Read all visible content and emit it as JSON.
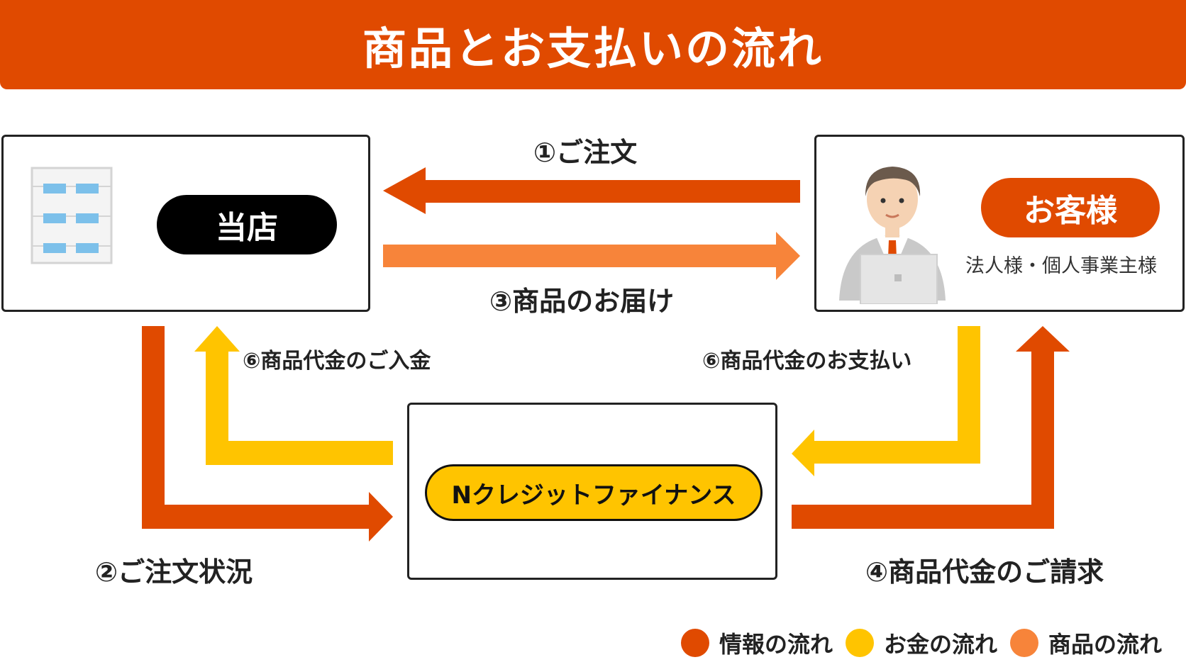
{
  "title": "商品とお支払いの流れ",
  "store": {
    "name": "当店"
  },
  "customer": {
    "name": "お客様",
    "subtitle": "法人様・個人事業主様"
  },
  "finance": {
    "name": "Nクレジットファイナンス"
  },
  "flows": {
    "order": "①ご注文",
    "order_status": "②ご注文状況",
    "delivery": "③商品のお届け",
    "billing": "④商品代金のご請求",
    "payment_to_store": "⑥商品代金のご入金",
    "payment_from_customer": "⑥商品代金のお支払い"
  },
  "legend": [
    {
      "label": "情報の流れ",
      "color": "#e04a00"
    },
    {
      "label": "お金の流れ",
      "color": "#ffc400"
    },
    {
      "label": "商品の流れ",
      "color": "#f7843a"
    }
  ],
  "colors": {
    "info": "#e04a00",
    "money": "#ffc400",
    "goods": "#f7843a"
  }
}
